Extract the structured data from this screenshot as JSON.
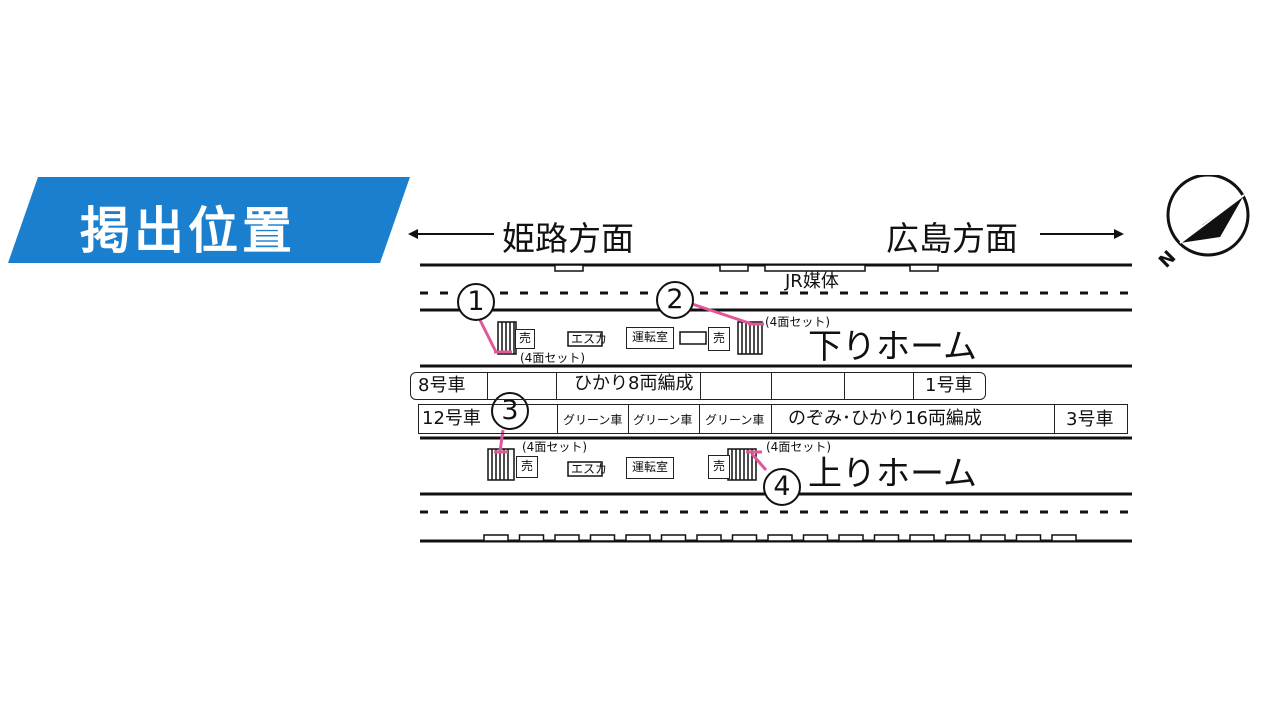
{
  "banner": {
    "title": "掲出位置",
    "color": "#1b7fcf"
  },
  "directions": {
    "left": "姫路方面",
    "right": "広島方面"
  },
  "compass": {
    "label": "N"
  },
  "media_label": "JR媒体",
  "platforms": {
    "down": "下りホーム",
    "up": "上りホーム"
  },
  "facilities": {
    "kiosk": "売",
    "escalator": "エスカ",
    "crew_room": "運転室"
  },
  "set_label": "(4面セット)",
  "markers": [
    "1",
    "2",
    "3",
    "4"
  ],
  "marker_color": "#e0589a",
  "train_8": {
    "start_car": "8号車",
    "formation": "ひかり8両編成",
    "end_car": "1号車"
  },
  "train_16": {
    "start_car": "12号車",
    "green_car": "グリーン車",
    "formation": "のぞみ･ひかり16両編成",
    "end_car": "3号車"
  }
}
